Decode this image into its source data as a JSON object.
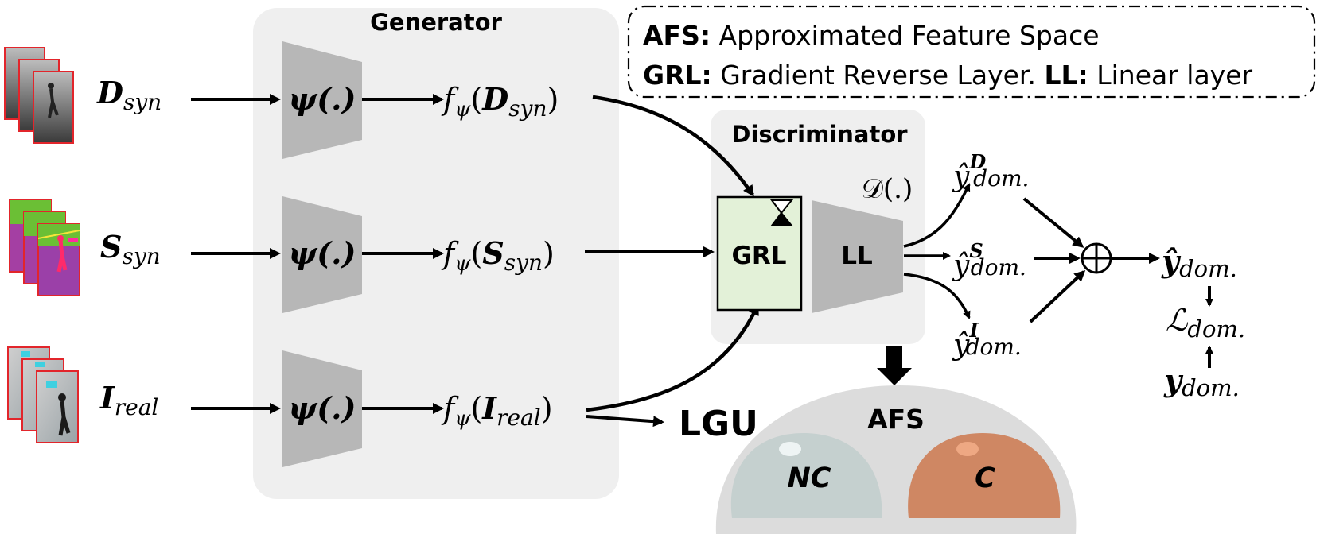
{
  "legend": {
    "line1_abbr": "AFS:",
    "line1_text": "Approximated Feature Space",
    "line2_abbr1": "GRL:",
    "line2_text1": "Gradient Reverse Layer.",
    "line2_abbr2": "LL:",
    "line2_text2": "Linear layer"
  },
  "generator": {
    "title": "Generator",
    "encoder_label": "ψ(.)"
  },
  "inputs": [
    {
      "main": "D",
      "sub": "syn"
    },
    {
      "main": "S",
      "sub": "syn"
    },
    {
      "main": "I",
      "sub": "real"
    }
  ],
  "features": [
    {
      "prefix": "f",
      "prefix_sub": "ψ",
      "main": "D",
      "sub": "syn"
    },
    {
      "prefix": "f",
      "prefix_sub": "ψ",
      "main": "S",
      "sub": "syn"
    },
    {
      "prefix": "f",
      "prefix_sub": "ψ",
      "main": "I",
      "sub": "real"
    }
  ],
  "discriminator": {
    "title": "Discriminator",
    "function_label": "𝒟(.)",
    "grl_label": "GRL",
    "ll_label": "LL"
  },
  "predictions": [
    {
      "base": "ŷ",
      "sup": "D",
      "sub": "dom."
    },
    {
      "base": "ŷ",
      "sup": "S",
      "sub": "dom."
    },
    {
      "base": "ŷ",
      "sup": "I",
      "sub": "dom."
    }
  ],
  "combine_symbol": "⊕",
  "combined_prediction": {
    "base": "ŷ",
    "sub": "dom."
  },
  "loss": {
    "base": "ℒ",
    "sub": "dom."
  },
  "ground_truth": {
    "base": "y",
    "sub": "dom."
  },
  "lgu_label": "LGU",
  "afs": {
    "label": "AFS",
    "nc_label": "NC",
    "c_label": "C"
  },
  "colors": {
    "panel_fill": "#efefef",
    "encoder_fill": "#b7b7b7",
    "grl_fill": "#e3f1d8",
    "afs_outer": "#dcdcdc",
    "nc_fill": "#c5d0cf",
    "nc_highlight": "#eef4f4",
    "c_fill": "#cf8763",
    "c_highlight": "#eea883",
    "thumb_border": "#e2252b"
  }
}
